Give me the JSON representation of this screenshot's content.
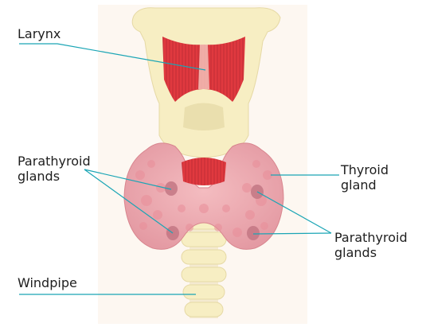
{
  "labels": {
    "larynx": "Larynx",
    "parathyroid_left_line1": "Parathyroid",
    "parathyroid_left_line2": "glands",
    "thyroid_line1": "Thyroid",
    "thyroid_line2": "gland",
    "parathyroid_right_line1": "Parathyroid",
    "parathyroid_right_line2": "glands",
    "windpipe": "Windpipe"
  },
  "colors": {
    "background_panel": "#fdf7f1",
    "cartilage": "#f7eec3",
    "cartilage_shadow": "#e8dca6",
    "muscle_red": "#e0393f",
    "thyroid_pink": "#eeaab0",
    "thyroid_dark": "#d8858e",
    "parathyroid": "#c37784",
    "leader_line": "#1aa5b5"
  }
}
